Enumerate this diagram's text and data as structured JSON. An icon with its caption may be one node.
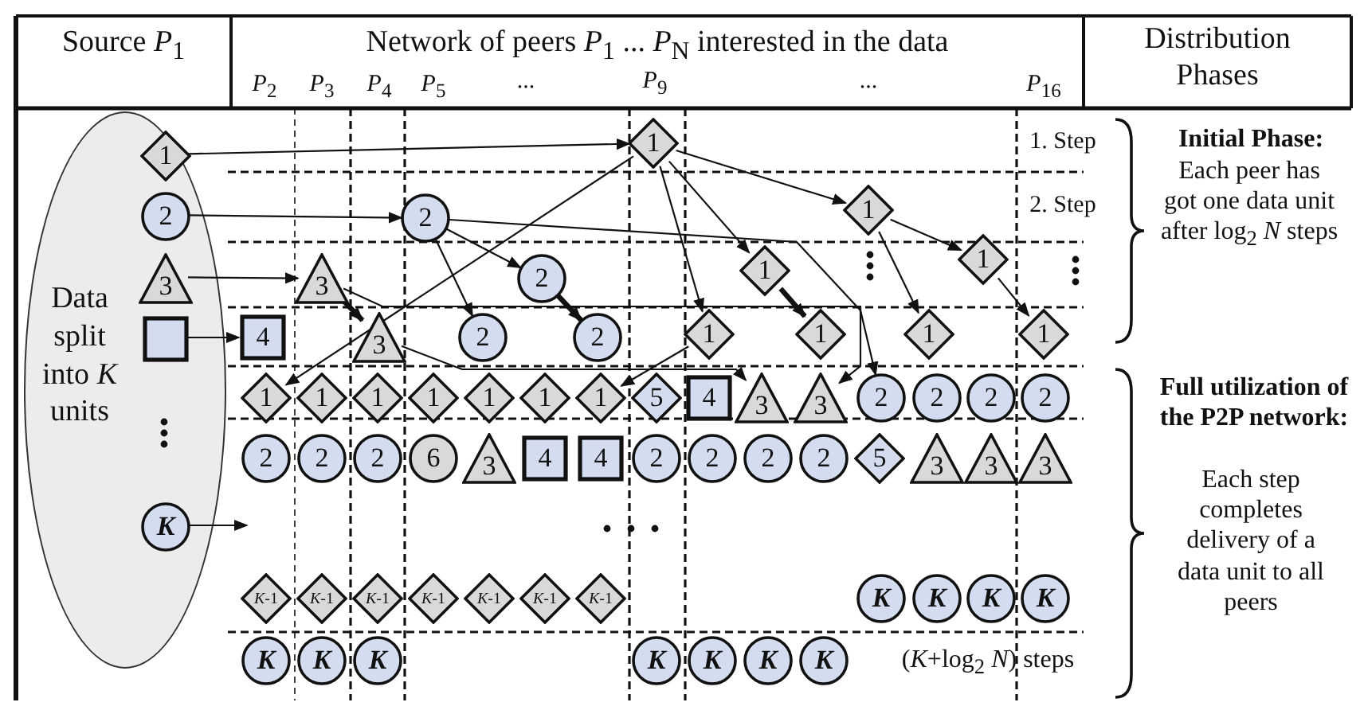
{
  "diagram": {
    "nodes": [
      {
        "text": [
          "Data split into *K* units"
        ]
      },
      {
        "text": [
          "1"
        ],
        "in": 0
      },
      {
        "text": [
          "2"
        ],
        "in": 0
      },
      {
        "text": [
          "3"
        ],
        "in": 0
      },
      {
        "text": [],
        "shape": "box",
        "in": 0
      },
      {
        "text": [
          "K"
        ],
        "in": 0
      },
      {
        "text": [
          "1"
        ]
      },
      {
        "text": [
          "2"
        ]
      },
      {
        "text": [
          "1"
        ]
      },
      {
        "text": [
          "3"
        ]
      },
      {
        "text": [
          "2"
        ]
      },
      {
        "text": [
          "1"
        ]
      },
      {
        "text": [
          "1"
        ]
      },
      {
        "text": [
          "4"
        ]
      },
      {
        "text": [
          "3"
        ]
      },
      {
        "text": [
          "2"
        ]
      },
      {
        "text": [
          "2"
        ]
      },
      {
        "text": [
          "1"
        ]
      },
      {
        "text": [
          "1"
        ]
      },
      {
        "text": [
          "1"
        ]
      },
      {
        "text": [
          "1"
        ]
      },
      {
        "text": [
          "1"
        ]
      },
      {
        "text": [
          "1"
        ]
      },
      {
        "text": [
          "1"
        ]
      },
      {
        "text": [
          "1"
        ]
      },
      {
        "text": [
          "1"
        ]
      },
      {
        "text": [
          "1"
        ]
      },
      {
        "text": [
          "1"
        ]
      },
      {
        "text": [
          "5"
        ]
      },
      {
        "text": [
          "4"
        ]
      },
      {
        "text": [
          "3"
        ]
      },
      {
        "text": [
          "3"
        ]
      },
      {
        "text": [
          "2"
        ]
      },
      {
        "text": [
          "2"
        ]
      },
      {
        "text": [
          "2"
        ]
      },
      {
        "text": [
          "2"
        ]
      },
      {
        "text": [
          "2"
        ]
      },
      {
        "text": [
          "2"
        ]
      },
      {
        "text": [
          "2"
        ]
      },
      {
        "text": [
          "6"
        ]
      },
      {
        "text": [
          "3"
        ]
      },
      {
        "text": [
          "4"
        ]
      },
      {
        "text": [
          "4"
        ]
      },
      {
        "text": [
          "2"
        ]
      },
      {
        "text": [
          "2"
        ]
      },
      {
        "text": [
          "2"
        ]
      },
      {
        "text": [
          "2"
        ]
      },
      {
        "text": [
          "5"
        ]
      },
      {
        "text": [
          "3"
        ]
      },
      {
        "text": [
          "3"
        ]
      },
      {
        "text": [
          "3"
        ]
      },
      {
        "text": [
          "*K*-1"
        ]
      },
      {
        "text": [
          "*K*-1"
        ]
      },
      {
        "text": [
          "*K*-1"
        ]
      },
      {
        "text": [
          "*K*-1"
        ]
      },
      {
        "text": [
          "*K*-1"
        ]
      },
      {
        "text": [
          "*K*-1"
        ]
      },
      {
        "text": [
          "*K*-1"
        ]
      },
      {
        "text": [
          "K"
        ]
      },
      {
        "text": [
          "K"
        ]
      },
      {
        "text": [
          "K"
        ]
      },
      {
        "text": [
          "K"
        ]
      },
      {
        "text": [
          "K"
        ]
      },
      {
        "text": [
          "K"
        ]
      },
      {
        "text": [
          "K"
        ]
      },
      {
        "text": [
          "K"
        ]
      },
      {
        "text": [
          "K"
        ]
      },
      {
        "text": [
          "K"
        ]
      },
      {
        "text": [
          "K"
        ]
      }
    ],
    "edges": [
      {
        "from": 1,
        "to": 6,
        "arrow": "to"
      },
      {
        "from": 2,
        "to": 7,
        "arrow": "to"
      },
      {
        "from": 3,
        "to": 9,
        "arrow": "to"
      },
      {
        "from": 4,
        "to": 13,
        "arrow": "to"
      },
      {
        "from": 5,
        "to": null,
        "arrow": "to"
      },
      {
        "from": 6,
        "to": 8,
        "arrow": "to"
      },
      {
        "from": 6,
        "to": 11,
        "arrow": "to"
      },
      {
        "from": 6,
        "to": 17,
        "arrow": "to"
      },
      {
        "from": 6,
        "to": 21,
        "arrow": "to"
      },
      {
        "from": 8,
        "to": 12,
        "arrow": "to"
      },
      {
        "from": 8,
        "to": 19,
        "arrow": "to"
      },
      {
        "from": 11,
        "to": 18,
        "arrow": "to",
        "style": "thick"
      },
      {
        "from": 12,
        "to": 20,
        "arrow": "to"
      },
      {
        "from": 7,
        "to": 10,
        "arrow": "to"
      },
      {
        "from": 7,
        "to": 15,
        "arrow": "to"
      },
      {
        "from": 10,
        "to": 16,
        "arrow": "to",
        "style": "thick"
      },
      {
        "from": 7,
        "to": 32,
        "arrow": "to"
      },
      {
        "from": 9,
        "to": 14,
        "arrow": "to",
        "style": "thick"
      },
      {
        "from": 9,
        "to": 31,
        "arrow": "to"
      },
      {
        "from": 14,
        "to": 30,
        "arrow": "to"
      },
      {
        "from": 17,
        "to": 27,
        "arrow": "to"
      }
    ],
    "labels": [
      "Source *P*$_{1}$",
      "Network of peers *P*$_{1}$ ... *P*$_{N}$ interested in the data",
      "Distribution Phases",
      "*P*$_{2}$",
      "*P*$_{3}$",
      "*P*$_{4}$",
      "*P*$_{5}$",
      "...",
      "*P*$_{9}$",
      "...",
      "*P*$_{16}$",
      "1. Step",
      "2. Step",
      "Initial Phase:",
      "Each peer has got one data unit after log$_{2}$ *N* steps",
      "Full utilization of the P2P network:",
      "Each step completes delivery of a data unit to all peers",
      "(*K*+log$_{2}$ *N*) steps"
    ]
  }
}
